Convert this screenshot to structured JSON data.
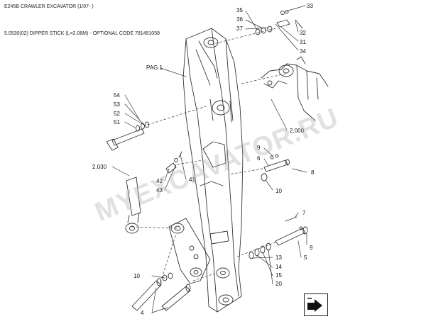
{
  "header": {
    "title": "E245B CRAWLER EXCAVATOR (1/07- )",
    "subtitle": "5.0530(02) DIPPER STICK (L=2.08M) - OPTIONAL CODE 781491058"
  },
  "watermark": {
    "text": "MYEXCAVATOR.RU",
    "color": "#b0b0b0"
  },
  "callouts": {
    "c33": "33",
    "c35": "35",
    "c36": "36",
    "c37": "37",
    "c32": "32",
    "c31": "31",
    "c34": "34",
    "pag1": "PAG.1",
    "c54": "54",
    "c53": "53",
    "c52": "52",
    "c51": "51",
    "c2000": "2.000",
    "c9a": "9",
    "c6": "6",
    "c8": "8",
    "c10a": "10",
    "c2030": "2.030",
    "c42": "42",
    "c43": "43",
    "c41": "41",
    "c7": "7",
    "c9b": "9",
    "c13": "13",
    "c14": "14",
    "c15": "15",
    "c20": "20",
    "c5": "5",
    "c10b": "10",
    "c4": "4"
  },
  "nav": {
    "icon": "next-page-arrow-icon"
  }
}
